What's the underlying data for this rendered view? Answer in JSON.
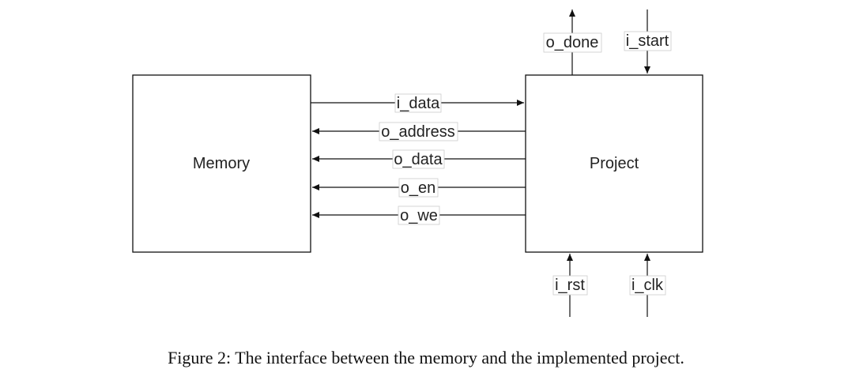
{
  "blocks": {
    "memory": "Memory",
    "project": "Project"
  },
  "signals": {
    "i_data": "i_data",
    "o_address": "o_address",
    "o_data": "o_data",
    "o_en": "o_en",
    "o_we": "o_we",
    "o_done": "o_done",
    "i_start": "i_start",
    "i_rst": "i_rst",
    "i_clk": "i_clk"
  },
  "caption": "Figure 2: The interface between the memory and the implemented project."
}
